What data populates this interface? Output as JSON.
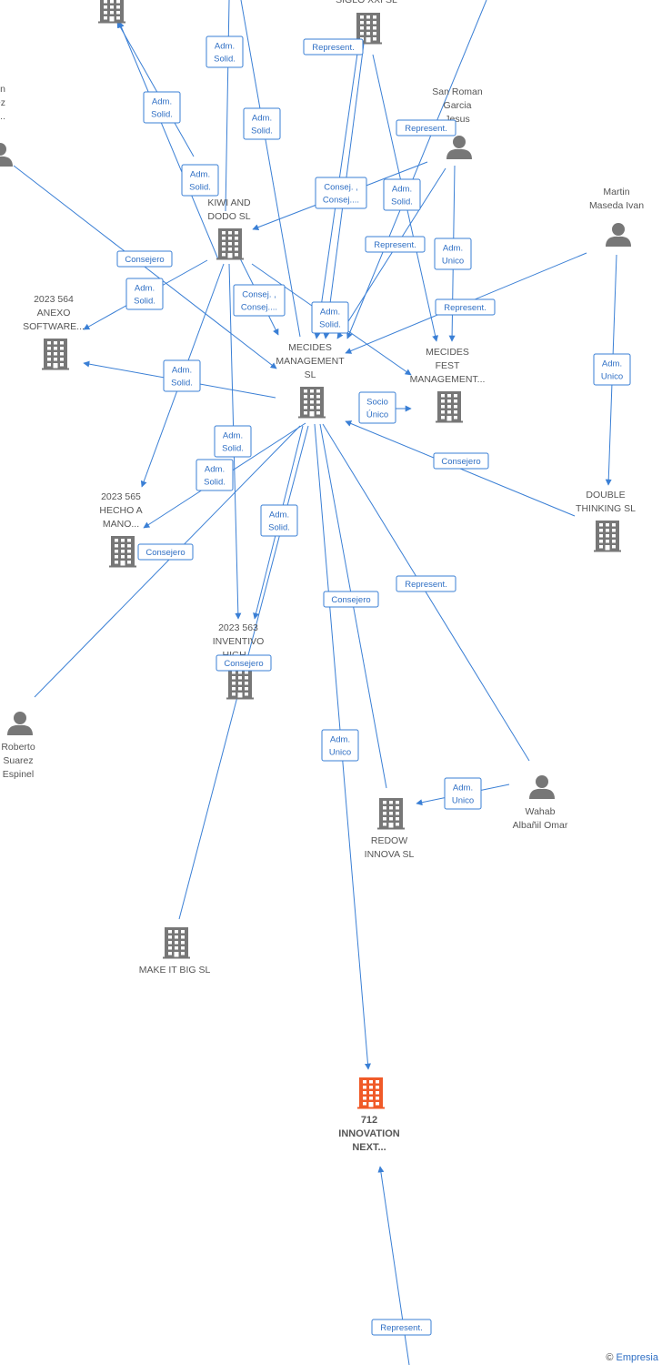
{
  "colors": {
    "edge": "#3a7fd5",
    "node": "#777777",
    "highlight": "#f05a28",
    "label_text": "#555555",
    "edge_label_text": "#2f6fc4"
  },
  "credit": {
    "symbol": "©",
    "brand": "Empresia"
  },
  "nodes": [
    {
      "id": "top_building",
      "type": "building",
      "lines": []
    },
    {
      "id": "siglo",
      "type": "building",
      "lines": [
        "SIGLO XXI SL"
      ]
    },
    {
      "id": "san_roman",
      "type": "person",
      "lines": [
        "San Roman",
        "Garcia",
        "Jesus"
      ]
    },
    {
      "id": "left_person",
      "type": "person",
      "lines": [
        "n",
        "lez",
        "le..."
      ]
    },
    {
      "id": "martin",
      "type": "person",
      "lines": [
        "Martin",
        "Maseda Ivan"
      ]
    },
    {
      "id": "kiwi",
      "type": "building",
      "lines": [
        "KIWI AND",
        "DODO SL"
      ]
    },
    {
      "id": "anexo",
      "type": "building",
      "lines": [
        "2023 564",
        "ANEXO",
        "SOFTWARE..."
      ]
    },
    {
      "id": "mecides_mgmt",
      "type": "building",
      "lines": [
        "MECIDES",
        "MANAGEMENT",
        "SL"
      ]
    },
    {
      "id": "mecides_fest",
      "type": "building",
      "lines": [
        "MECIDES",
        "FEST",
        "MANAGEMENT..."
      ]
    },
    {
      "id": "double",
      "type": "building",
      "lines": [
        "DOUBLE",
        "THINKING SL"
      ]
    },
    {
      "id": "hecho",
      "type": "building",
      "lines": [
        "2023 565",
        "HECHO A",
        "MANO..."
      ]
    },
    {
      "id": "inventivo",
      "type": "building",
      "lines": [
        "2023 563",
        "INVENTIVO",
        "HIGH..."
      ]
    },
    {
      "id": "roberto",
      "type": "person",
      "lines": [
        "Roberto",
        "Suarez",
        "Espinel"
      ]
    },
    {
      "id": "wahab",
      "type": "person",
      "lines": [
        "Wahab",
        "Albañil Omar"
      ]
    },
    {
      "id": "redow",
      "type": "building",
      "lines": [
        "REDOW",
        "INNOVA SL"
      ]
    },
    {
      "id": "make_it_big",
      "type": "building",
      "lines": [
        "MAKE IT BIG SL"
      ]
    },
    {
      "id": "innovation",
      "type": "building",
      "highlight": true,
      "lines": [
        "712",
        "INNOVATION",
        "NEXT..."
      ]
    }
  ],
  "edge_labels": [
    {
      "lines": [
        "Adm.",
        "Solid."
      ]
    },
    {
      "lines": [
        "Represent."
      ]
    },
    {
      "lines": [
        "Adm.",
        "Solid."
      ]
    },
    {
      "lines": [
        "Adm.",
        "Solid."
      ]
    },
    {
      "lines": [
        "Represent."
      ]
    },
    {
      "lines": [
        "Adm.",
        "Solid."
      ]
    },
    {
      "lines": [
        "Consej. ,",
        "Consej...."
      ]
    },
    {
      "lines": [
        "Adm.",
        "Solid."
      ]
    },
    {
      "lines": [
        "Represent."
      ]
    },
    {
      "lines": [
        "Adm.",
        "Unico"
      ]
    },
    {
      "lines": [
        "Consejero"
      ]
    },
    {
      "lines": [
        "Adm.",
        "Solid."
      ]
    },
    {
      "lines": [
        "Consej. ,",
        "Consej...."
      ]
    },
    {
      "lines": [
        "Adm.",
        "Solid."
      ]
    },
    {
      "lines": [
        "Represent."
      ]
    },
    {
      "lines": [
        "Adm.",
        "Unico"
      ]
    },
    {
      "lines": [
        "Adm.",
        "Solid."
      ]
    },
    {
      "lines": [
        "Socio",
        "Único"
      ]
    },
    {
      "lines": [
        "Adm.",
        "Solid."
      ]
    },
    {
      "lines": [
        "Adm.",
        "Solid."
      ]
    },
    {
      "lines": [
        "Consejero"
      ]
    },
    {
      "lines": [
        "Consejero"
      ]
    },
    {
      "lines": [
        "Adm.",
        "Solid."
      ]
    },
    {
      "lines": [
        "Represent."
      ]
    },
    {
      "lines": [
        "Consejero"
      ]
    },
    {
      "lines": [
        "Consejero"
      ]
    },
    {
      "lines": [
        "Adm.",
        "Unico"
      ]
    },
    {
      "lines": [
        "Adm.",
        "Unico"
      ]
    },
    {
      "lines": [
        "Represent."
      ]
    }
  ]
}
